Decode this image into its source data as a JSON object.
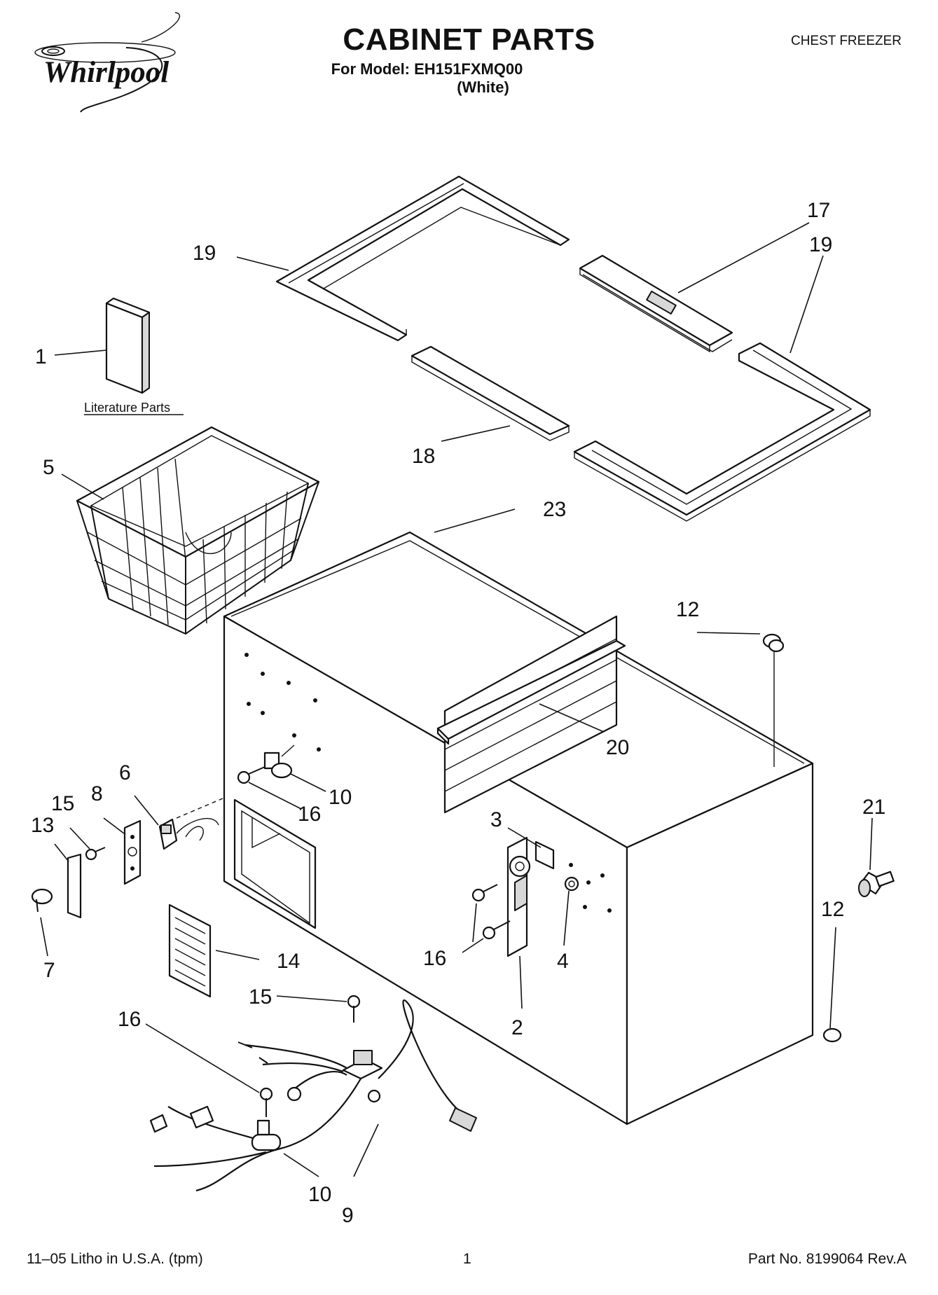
{
  "header": {
    "brand": "Whirlpool",
    "title": "CABINET PARTS",
    "model_line": "For Model: EH151FXMQ00",
    "variant": "(White)",
    "category": "CHEST FREEZER"
  },
  "literature_label": "Literature Parts",
  "callouts": {
    "c1": "1",
    "c2": "2",
    "c3": "3",
    "c4": "4",
    "c5": "5",
    "c6": "6",
    "c7": "7",
    "c8": "8",
    "c9": "9",
    "c10a": "10",
    "c10b": "10",
    "c12a": "12",
    "c12b": "12",
    "c13": "13",
    "c14": "14",
    "c15a": "15",
    "c15b": "15",
    "c16a": "16",
    "c16b": "16",
    "c16c": "16",
    "c17": "17",
    "c18": "18",
    "c19a": "19",
    "c19b": "19",
    "c20": "20",
    "c21": "21",
    "c23": "23"
  },
  "footer": {
    "left": "11–05 Litho in U.S.A. (tpm)",
    "page": "1",
    "part_no": "Part No. 8199064 Rev.A"
  }
}
